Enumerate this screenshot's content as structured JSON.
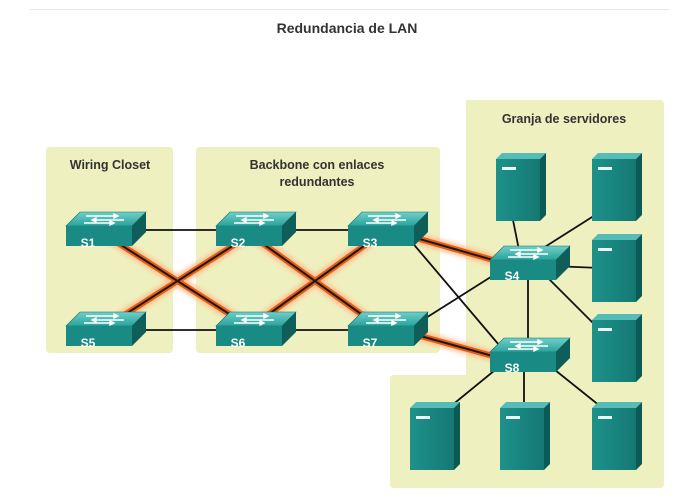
{
  "title": "Redundancia de LAN",
  "zones": {
    "wiring_closet": "Wiring Closet",
    "backbone_line1": "Backbone con enlaces",
    "backbone_line2": "redundantes",
    "server_farm": "Granja de servidores"
  },
  "switches": {
    "s1": "S1",
    "s2": "S2",
    "s3": "S3",
    "s4": "S4",
    "s5": "S5",
    "s6": "S6",
    "s7": "S7",
    "s8": "S8"
  },
  "colors": {
    "zone_fill": "#eef0bf",
    "device": "#1d8c86",
    "redundant_link": "#e85d10",
    "link": "#111111"
  }
}
